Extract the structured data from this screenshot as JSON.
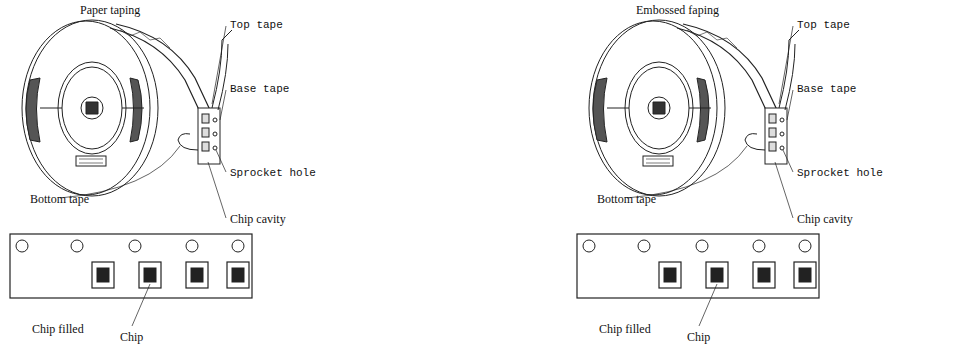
{
  "diagram": {
    "labels": [
      "Paper taping",
      "Top tape",
      "Base tape",
      "Bottom tape",
      "Sprocket hole",
      "Chip cavity",
      "Chip filled",
      "Chip",
      "Embossed faping",
      "Top tape",
      "Base tape",
      "Bottom tape",
      "Sprocket hole",
      "Chip cavity",
      "Chip filled",
      "Chip"
    ]
  }
}
